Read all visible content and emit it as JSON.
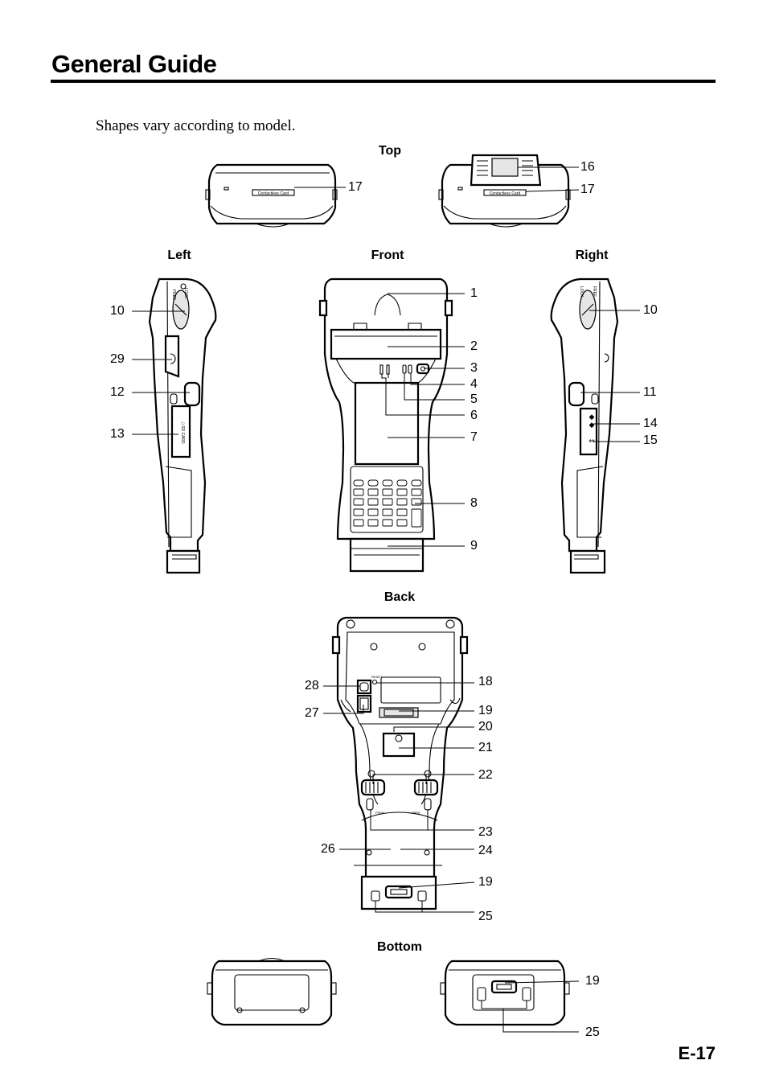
{
  "page": {
    "title": "General Guide",
    "subtitle": "Shapes vary according to model.",
    "page_number": "E-17"
  },
  "views": {
    "top": "Top",
    "left": "Left",
    "front": "Front",
    "right": "Right",
    "back": "Back",
    "bottom": "Bottom"
  },
  "callouts": {
    "top_left_17": "17",
    "top_right_16": "16",
    "top_right_17": "17",
    "left_10": "10",
    "left_29": "29",
    "left_12": "12",
    "left_13": "13",
    "front_1": "1",
    "front_2": "2",
    "front_3": "3",
    "front_4": "4",
    "front_5": "5",
    "front_6": "6",
    "front_7": "7",
    "front_8": "8",
    "front_9": "9",
    "right_10": "10",
    "right_11": "11",
    "right_14": "14",
    "right_15": "15",
    "back_28": "28",
    "back_27": "27",
    "back_18": "18",
    "back_19a": "19",
    "back_20": "20",
    "back_21": "21",
    "back_22": "22",
    "back_23": "23",
    "back_26": "26",
    "back_24": "24",
    "back_19b": "19",
    "back_25": "25",
    "bottom_19": "19",
    "bottom_25": "25"
  },
  "device_markings": {
    "card_slot": "Contactless Card",
    "lock": "LOCK",
    "free": "FREE",
    "reset": "RESET"
  }
}
